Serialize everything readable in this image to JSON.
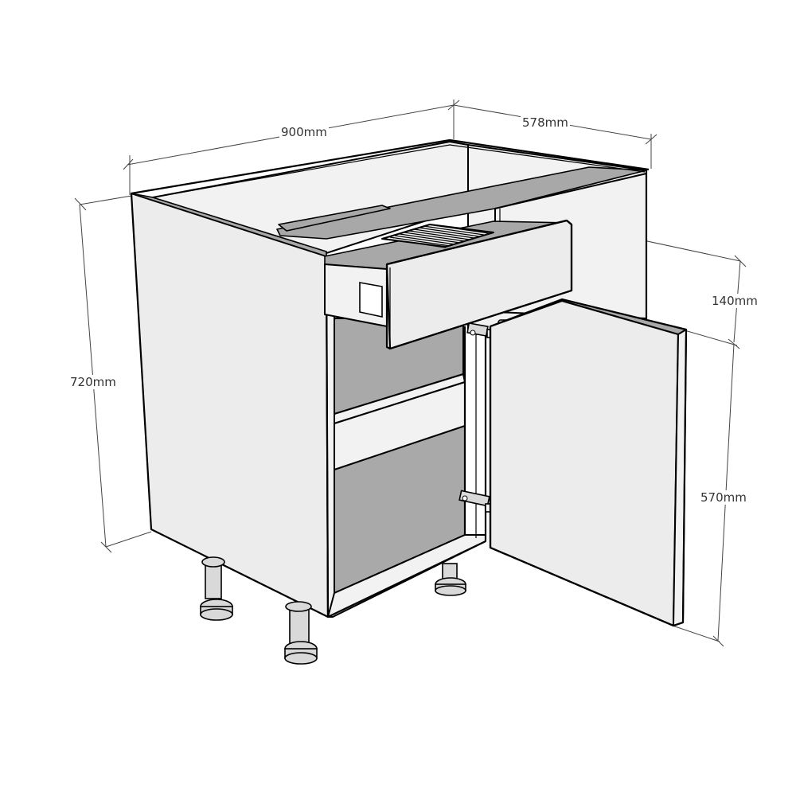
{
  "diagram": {
    "subject": "Base kitchen cabinet with one drawer over one hinged door",
    "dimensions": {
      "width": "900mm",
      "depth": "578mm",
      "height": "720mm",
      "drawer_height": "140mm",
      "door_height": "570mm"
    },
    "components": [
      {
        "name": "carcass",
        "label": "Carcass"
      },
      {
        "name": "drawer",
        "label": "Drawer"
      },
      {
        "name": "door",
        "label": "Door (open)"
      },
      {
        "name": "shelf",
        "label": "Shelf"
      },
      {
        "name": "hinges",
        "count": 2
      },
      {
        "name": "legs",
        "count": 4
      }
    ],
    "colors": {
      "panel": "#ececec",
      "edge": "#a8a8a8",
      "interior_shadow": "#a9a9a9",
      "line": "#000000",
      "dimension_line": "#444444",
      "label_text": "#333333"
    }
  }
}
